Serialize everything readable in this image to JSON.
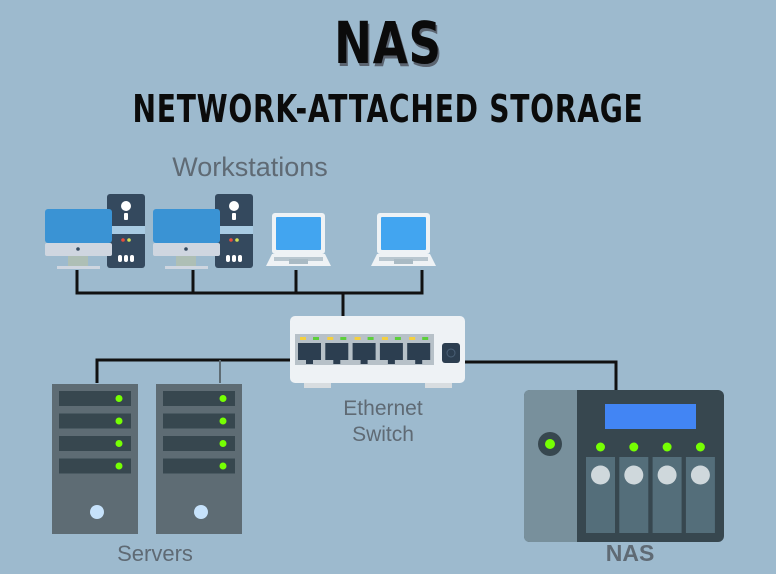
{
  "title": "NAS",
  "subtitle": "Network-Attached Storage",
  "labels": {
    "workstations": "Workstations",
    "switch_line1": "Ethernet",
    "switch_line2": "Switch",
    "servers": "Servers",
    "nas": "NAS"
  },
  "devices": {
    "desktops": 2,
    "laptops": 2,
    "switch_ports": 5,
    "servers": 2,
    "server_drive_slots": 4,
    "nas_drive_bays": 4
  },
  "colors": {
    "background": "#9dbace",
    "monitor_screen": "#3a93d4",
    "laptop_screen": "#42a5f0",
    "tower": "#34495e",
    "server_body": "#5e6c74",
    "nas_body": "#37474f",
    "nas_display": "#4285f4",
    "led_green": "#76ff03",
    "led_yellow": "#f4d03f",
    "cable": "#111111"
  }
}
